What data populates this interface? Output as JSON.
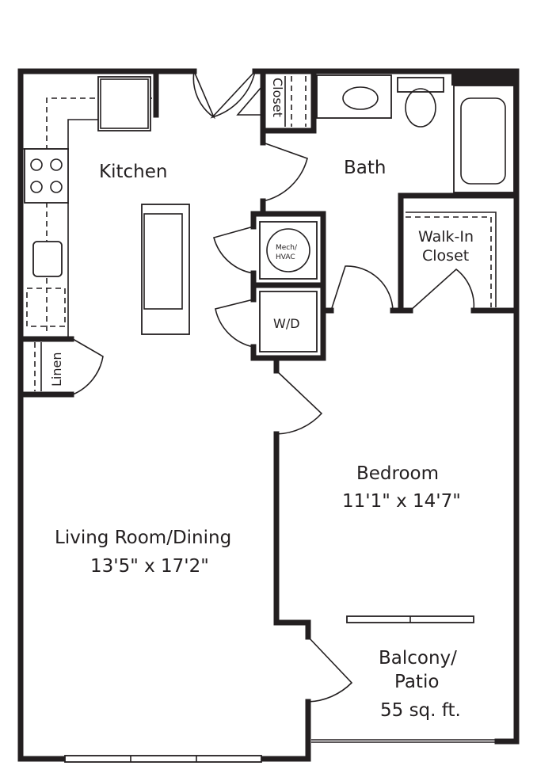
{
  "rooms": {
    "kitchen": "Kitchen",
    "bath": "Bath",
    "closet": "Closet",
    "walk_in_closet_line1": "Walk-In",
    "walk_in_closet_line2": "Closet",
    "mech_line1": "Mech/",
    "mech_line2": "HVAC",
    "washer_dryer": "W/D",
    "linen": "Linen",
    "bedroom": "Bedroom",
    "bedroom_dims": "11'1\" x 14'7\"",
    "living": "Living Room/Dining",
    "living_dims": "13'5\" x 17'2\"",
    "balcony_line1": "Balcony/",
    "balcony_line2": "Patio",
    "balcony_area": "55 sq. ft."
  },
  "colors": {
    "ink": "#231f20",
    "background": "#ffffff"
  }
}
